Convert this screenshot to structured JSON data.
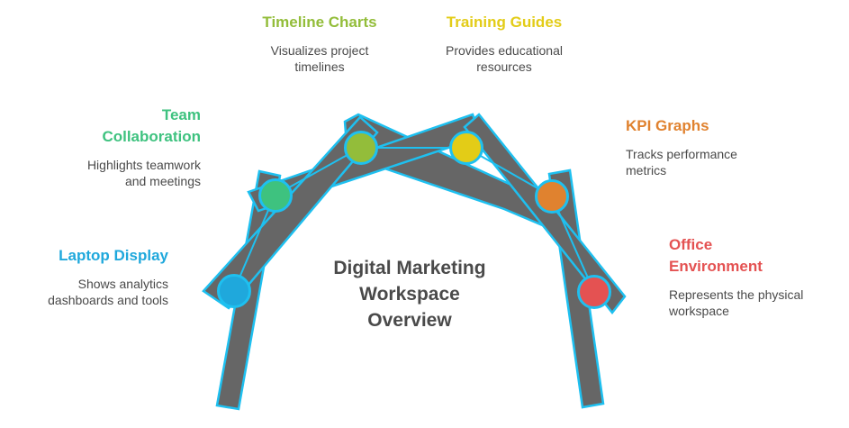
{
  "diagram": {
    "center_title": "Digital Marketing Workspace Overview",
    "center_lines": [
      "Digital Marketing",
      "Workspace",
      "Overview"
    ]
  },
  "nodes": [
    {
      "id": "laptop-display",
      "title": "Laptop Display",
      "desc_lines": [
        "Shows analytics",
        "dashboards and tools"
      ],
      "color": "#1FA8DC"
    },
    {
      "id": "team-collaboration",
      "title_lines": [
        "Team",
        "Collaboration"
      ],
      "title": "Team Collaboration",
      "desc_lines": [
        "Highlights teamwork",
        "and meetings"
      ],
      "color": "#3EC27F"
    },
    {
      "id": "timeline-charts",
      "title": "Timeline Charts",
      "desc_lines": [
        "Visualizes project",
        "timelines"
      ],
      "color": "#93BD3A"
    },
    {
      "id": "training-guides",
      "title": "Training Guides",
      "desc_lines": [
        "Provides educational",
        "resources"
      ],
      "color": "#E3CC17"
    },
    {
      "id": "kpi-graphs",
      "title": "KPI Graphs",
      "desc_lines": [
        "Tracks performance",
        "metrics"
      ],
      "color": "#E0822F"
    },
    {
      "id": "office-environment",
      "title_lines": [
        "Office",
        "Environment"
      ],
      "title": "Office Environment",
      "desc_lines": [
        "Represents the physical",
        "workspace"
      ],
      "color": "#E45252"
    }
  ],
  "colors": {
    "bar_fill": "#666666",
    "bar_stroke": "#1EC0F0",
    "text_dark": "#4a4a4a"
  }
}
